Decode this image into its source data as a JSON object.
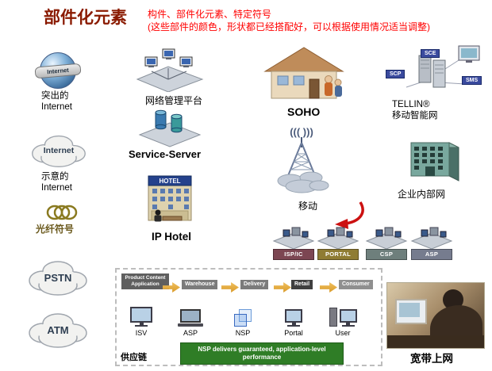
{
  "slide": {
    "title": "部件化元素",
    "note_line1": "构件、部件化元素、特定符号",
    "note_line2": "(这些部件的颜色，形状都已经搭配好，可以根据使用情况适当调整)"
  },
  "left": {
    "globe_banner": "Internet",
    "globe_caption1": "突出的",
    "globe_caption2": "Internet",
    "cloud_internet_text": "Internet",
    "cloud_internet_caption1": "示意的",
    "cloud_internet_caption2": "Internet",
    "fiber_caption": "光纤符号",
    "pstn_text": "PSTN",
    "atm_text": "ATM"
  },
  "labels": {
    "network_mgmt": "网络管理平台",
    "service_server": "Service-Server",
    "ip_hotel": "IP Hotel",
    "hotel_sign": "HOTEL",
    "soho": "SOHO",
    "mobile": "移动",
    "mobile_waves": "((( )))",
    "tellin_line1": "TELLIN®",
    "tellin_line2": "移动智能网",
    "intranet": "企业内部网",
    "broadband": "宽带上网"
  },
  "tellin_tags": [
    "SCE",
    "SCP",
    "SMS"
  ],
  "platforms": [
    {
      "label": "ISP/IC",
      "band_style": "background-color:#7c4652"
    },
    {
      "label": "PORTAL",
      "band_style": "background-color:#8f7c33"
    },
    {
      "label": "CSP",
      "band_style": "background-color:#6e7f7c"
    },
    {
      "label": "ASP",
      "band_style": "background-color:#767c8e"
    }
  ],
  "supply_chain": {
    "caption": "供应链",
    "stages": [
      {
        "label": "Product Content Application",
        "style": "background-color:#5f5f5f"
      },
      {
        "label": "Warehouse",
        "style": "background-color:#7b7b7b"
      },
      {
        "label": "Delivery",
        "style": "background-color:#7b7b7b"
      },
      {
        "label": "Retail",
        "style": "background-color:#3f3f3f"
      },
      {
        "label": "Consumer",
        "style": "background-color:#8f8f8f"
      }
    ],
    "icons": [
      "ISV",
      "ASP",
      "NSP",
      "Portal",
      "User"
    ],
    "note": "NSP delivers guaranteed, application-level performance"
  },
  "colors": {
    "title_text": "#8a1a00",
    "annotation_text": "#ff0000",
    "fiber_label_text": "#6b5a1e",
    "note_box_green": "#2f7d26",
    "gold_arrow": "#dfa63c",
    "red_arrow": "#cc1111"
  }
}
